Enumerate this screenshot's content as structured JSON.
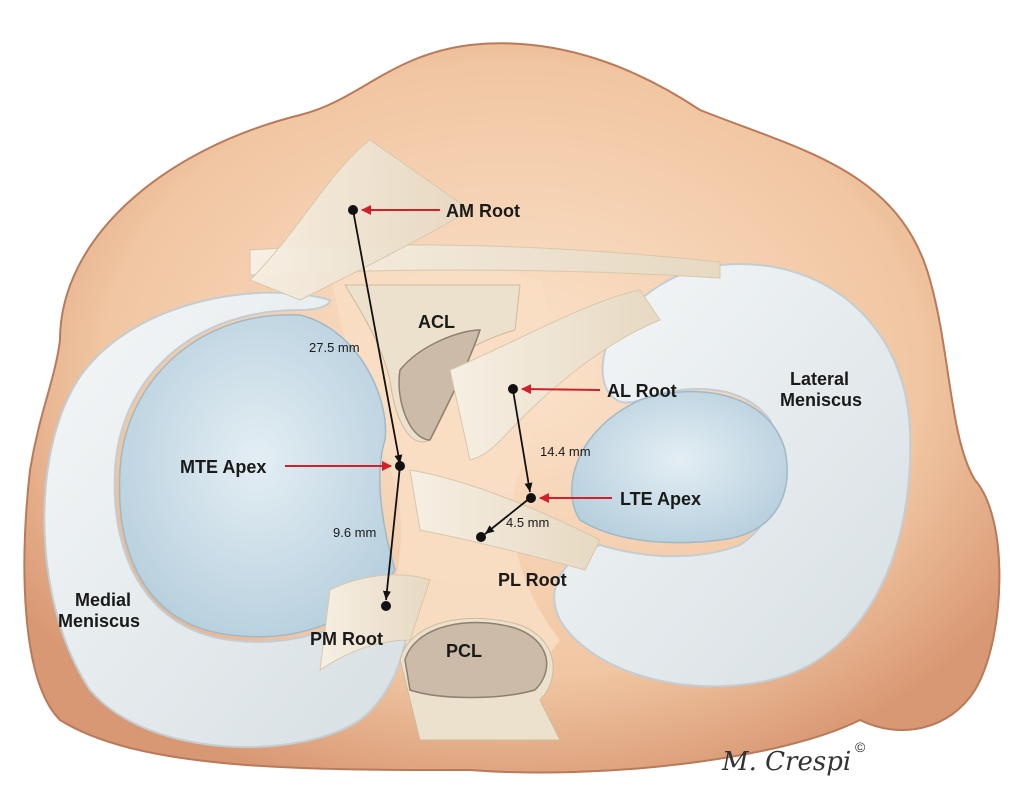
{
  "labels": {
    "am_root": "AM Root",
    "acl": "ACL",
    "al_root": "AL Root",
    "lateral_meniscus_1": "Lateral",
    "lateral_meniscus_2": "Meniscus",
    "mte_apex": "MTE Apex",
    "lte_apex": "LTE Apex",
    "pl_root": "PL Root",
    "medial_meniscus_1": "Medial",
    "medial_meniscus_2": "Meniscus",
    "pm_root": "PM Root",
    "pcl": "PCL"
  },
  "measurements": {
    "am_to_mte": "27.5 mm",
    "mte_to_pm": "9.6 mm",
    "al_to_lte": "14.4 mm",
    "lte_to_pl": "4.5 mm"
  },
  "signature": "M. Crespi",
  "copyright": "©",
  "colors": {
    "bone": "#f2c8a6",
    "bone_dark": "#d99d7a",
    "cartilage": "#c9dbe6",
    "meniscus": "#e9eef0",
    "ligament": "#efe6d7",
    "arrow_red": "#d0202a"
  }
}
